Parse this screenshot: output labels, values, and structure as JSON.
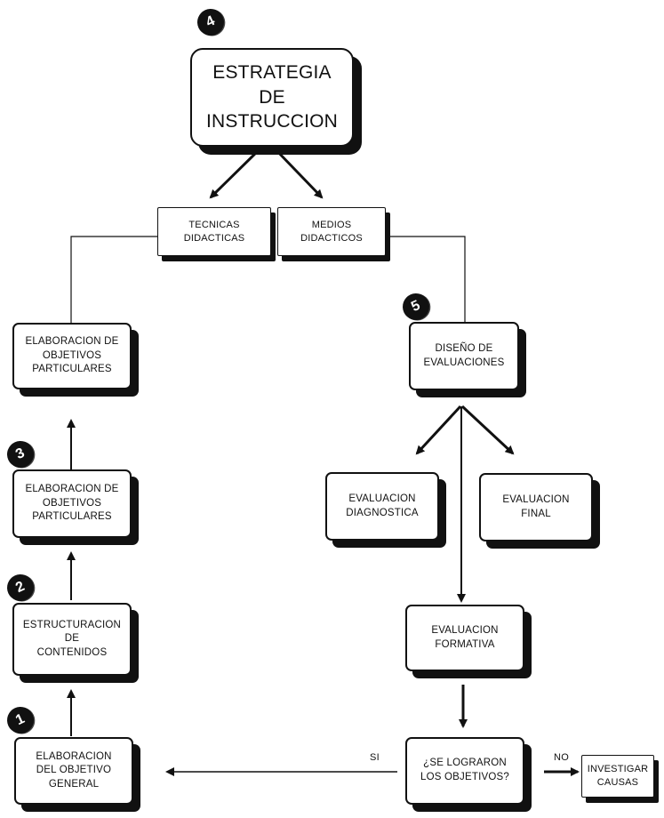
{
  "nodes": {
    "estrategia": [
      "ESTRATEGIA",
      "DE",
      "INSTRUCCION"
    ],
    "tecnicas": [
      "TECNICAS",
      "DIDACTICAS"
    ],
    "medios": [
      "MEDIOS",
      "DIDACTICOS"
    ],
    "objetivos_particulares_top": [
      "ELABORACION DE",
      "OBJETIVOS",
      "PARTICULARES"
    ],
    "diseno_evaluaciones": [
      "DISEÑO DE",
      "EVALUACIONES"
    ],
    "objetivos_particulares_mid": [
      "ELABORACION DE",
      "OBJETIVOS",
      "PARTICULARES"
    ],
    "evaluacion_diagnostica": [
      "EVALUACION",
      "DIAGNOSTICA"
    ],
    "evaluacion_final": [
      "EVALUACION",
      "FINAL"
    ],
    "estructuracion": [
      "ESTRUCTURACION",
      "DE",
      "CONTENIDOS"
    ],
    "evaluacion_formativa": [
      "EVALUACION",
      "FORMATIVA"
    ],
    "objetivo_general": [
      "ELABORACION",
      "DEL OBJETIVO",
      "GENERAL"
    ],
    "se_lograron": [
      "¿SE LOGRARON",
      "LOS OBJETIVOS?"
    ],
    "investigar": [
      "INVESTIGAR",
      "CAUSAS"
    ]
  },
  "edge_labels": {
    "si": "SI",
    "no": "NO"
  },
  "step_badges": {
    "step_1": "1",
    "step_2": "2",
    "step_3": "3",
    "step_4": "4",
    "step_5": "5"
  }
}
